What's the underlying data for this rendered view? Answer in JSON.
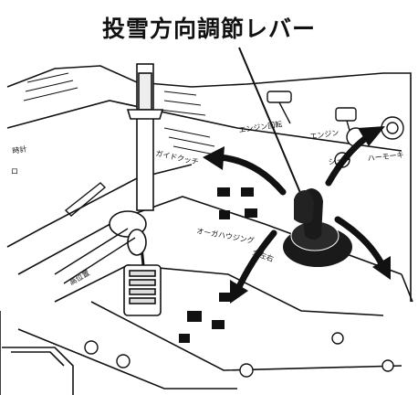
{
  "title": "投雪方向調節レバー",
  "panel_labels": {
    "engine_left": "エンジン回転",
    "engine_right": "エンジン",
    "clutch": "ガイドクッチ",
    "auger": "オーガハウジング",
    "left_top": "時計",
    "left_bottom": "ロ",
    "shooter": "シュー",
    "right_edge": "ハーモーキ",
    "lever_side": "全左右",
    "lower_left": "高位置"
  },
  "colors": {
    "line": "#111111",
    "lever": "#1a1a1a",
    "arrow": "#111111",
    "background": "#ffffff"
  }
}
